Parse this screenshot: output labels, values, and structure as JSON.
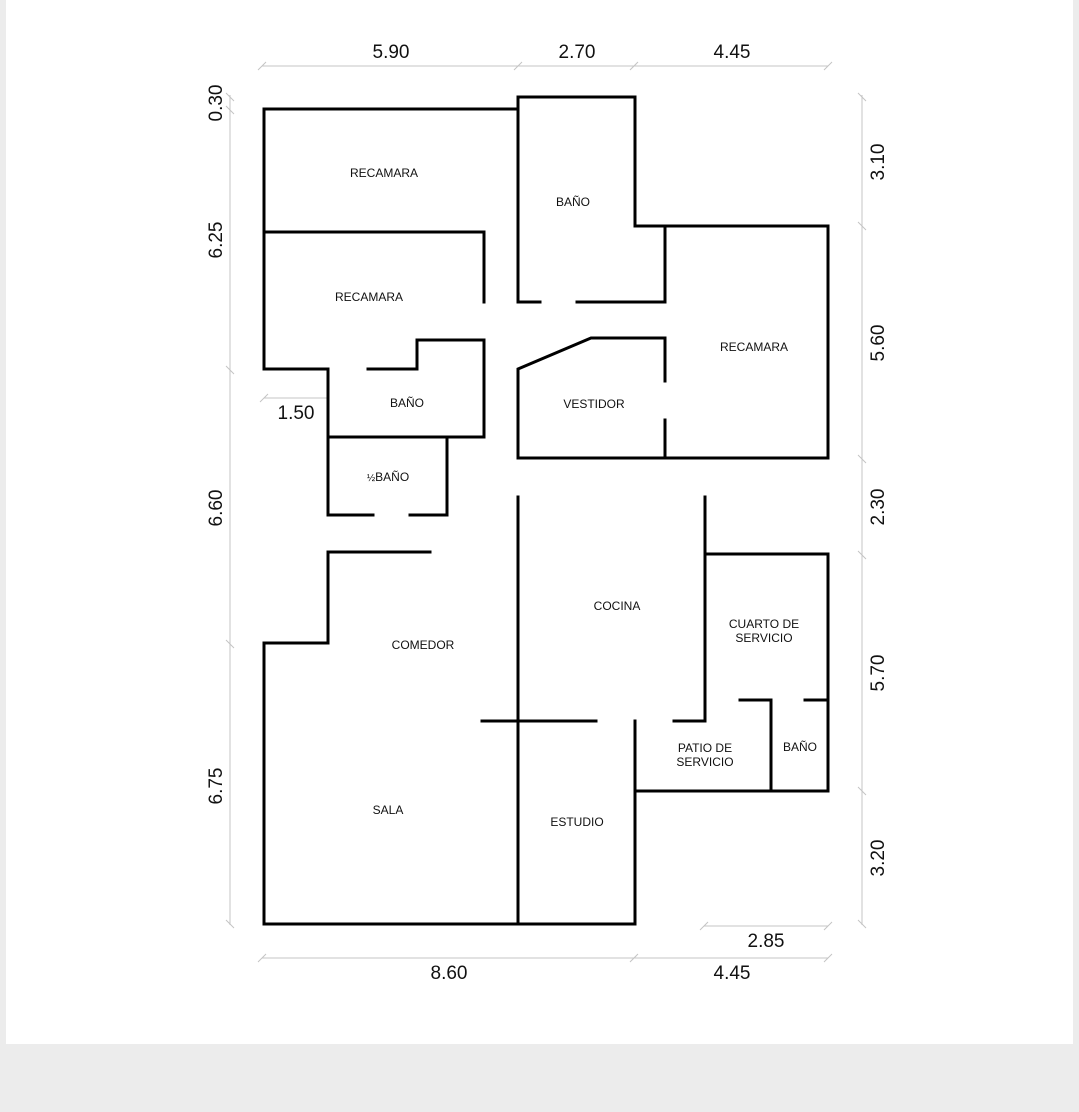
{
  "rooms": {
    "recamara_1": "RECAMARA",
    "recamara_2": "RECAMARA",
    "bano_top": "BAÑO",
    "recamara_3": "RECAMARA",
    "bano_mid": "BAÑO",
    "vestidor": "VESTIDOR",
    "medio_bano_fraction": "½",
    "medio_bano": "BAÑO",
    "cocina": "COCINA",
    "cuarto_servicio": [
      "CUARTO DE",
      "SERVICIO"
    ],
    "comedor": "COMEDOR",
    "patio_servicio": [
      "PATIO DE",
      "SERVICIO"
    ],
    "bano_servicio": "BAÑO",
    "sala": "SALA",
    "estudio": "ESTUDIO"
  },
  "dimensions": {
    "top": [
      "5.90",
      "2.70",
      "4.45"
    ],
    "bottom": [
      "8.60",
      "4.45"
    ],
    "bottom_inner": "2.85",
    "left": [
      "0.30",
      "6.25",
      "6.60",
      "6.75"
    ],
    "left_inner": "1.50",
    "right": [
      "3.10",
      "5.60",
      "2.30",
      "5.70",
      "3.20"
    ]
  }
}
